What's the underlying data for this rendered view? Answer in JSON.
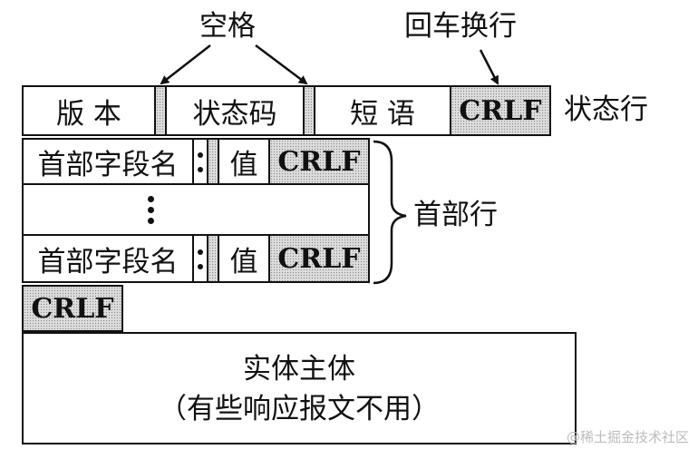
{
  "annotations": {
    "space_label": "空格",
    "crlf_label": "回车换行",
    "status_line_label": "状态行",
    "header_lines_label": "首部行"
  },
  "status_line": {
    "version": "版 本",
    "status_code": "状态码",
    "phrase": "短 语",
    "crlf": "CRLF"
  },
  "header_rows": [
    {
      "field_name": "首部字段名",
      "value": "值",
      "crlf": "CRLF"
    },
    {
      "field_name": "首部字段名",
      "value": "值",
      "crlf": "CRLF"
    }
  ],
  "blank_line": {
    "crlf": "CRLF"
  },
  "entity_body": {
    "title": "实体主体",
    "subtitle": "（有些响应报文不用）"
  },
  "watermark": "@稀土掘金技术社区"
}
